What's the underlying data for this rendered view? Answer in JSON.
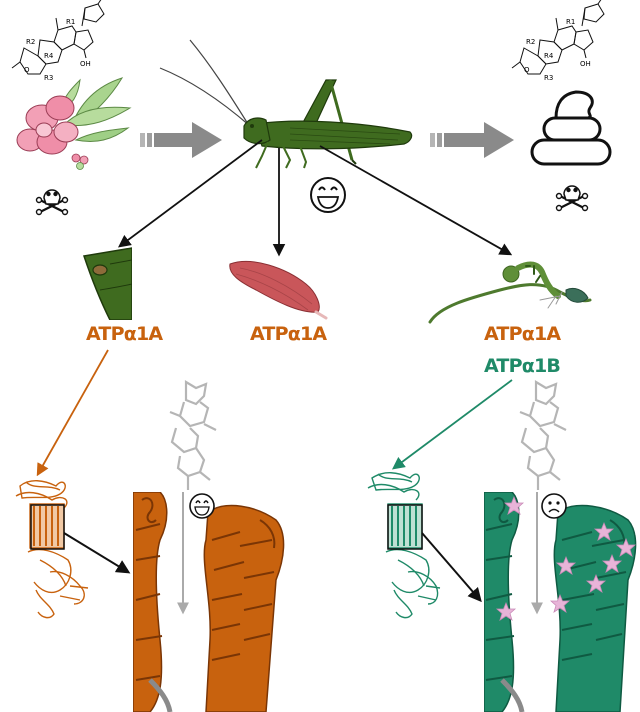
{
  "labels": {
    "gut": "ATPα1A",
    "muscle": "ATPα1A",
    "nerve_a": "ATPα1A",
    "nerve_b": "ATPα1B"
  },
  "compound_substituents": {
    "r1": "R1",
    "r2": "R2",
    "r3": "R3",
    "r4": "R4",
    "oh": "OH",
    "o": "O"
  },
  "moods": {
    "grasshopper": "happy",
    "orange_zoom": "happy",
    "green_zoom": "sad"
  },
  "colors": {
    "orange": "#c8620e",
    "orange_dark": "#8e3f06",
    "teal": "#1f8a68",
    "teal_dark": "#0f5a42",
    "insect": "#3f6b1f",
    "insect_dark": "#2a4b12",
    "arrow_grey": "#8a8a8a",
    "flower_pink": "#ef8ea8",
    "leaf_green": "#9fcf86",
    "muscle_red": "#c9565a",
    "mutation_pink": "#e8b4d8"
  },
  "icons": {
    "toxin": "skull-crossbones-icon",
    "feces": "poop-icon",
    "plant": "oleander-flower-icon"
  }
}
